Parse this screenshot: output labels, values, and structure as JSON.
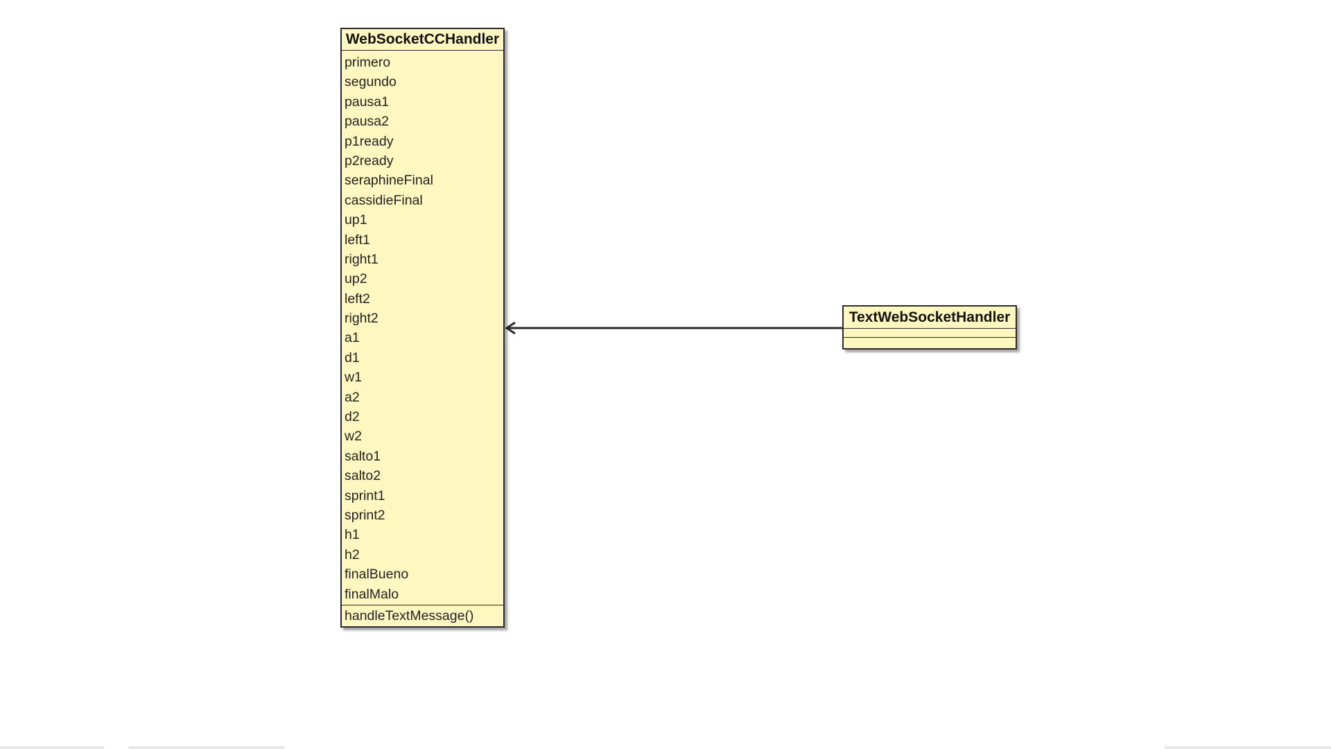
{
  "diagram": {
    "classes": {
      "handler": {
        "name": "WebSocketCCHandler",
        "attributes": [
          "primero",
          "segundo",
          "pausa1",
          "pausa2",
          "p1ready",
          "p2ready",
          "seraphineFinal",
          "cassidieFinal",
          "up1",
          "left1",
          "right1",
          "up2",
          "left2",
          "right2",
          "a1",
          "d1",
          "w1",
          "a2",
          "d2",
          "w2",
          "salto1",
          "salto2",
          "sprint1",
          "sprint2",
          "h1",
          "h2",
          "finalBueno",
          "finalMalo"
        ],
        "operations": [
          "handleTextMessage()"
        ]
      },
      "parent": {
        "name": "TextWebSocketHandler",
        "attributes": [],
        "operations": []
      }
    },
    "relation": {
      "from": "TextWebSocketHandler",
      "to": "WebSocketCCHandler",
      "arrow": "open-arrow"
    },
    "colors": {
      "class_fill": "#fff7c0",
      "border": "#2a2a2a",
      "line": "#2b2b2b",
      "background": "#ffffff"
    }
  }
}
